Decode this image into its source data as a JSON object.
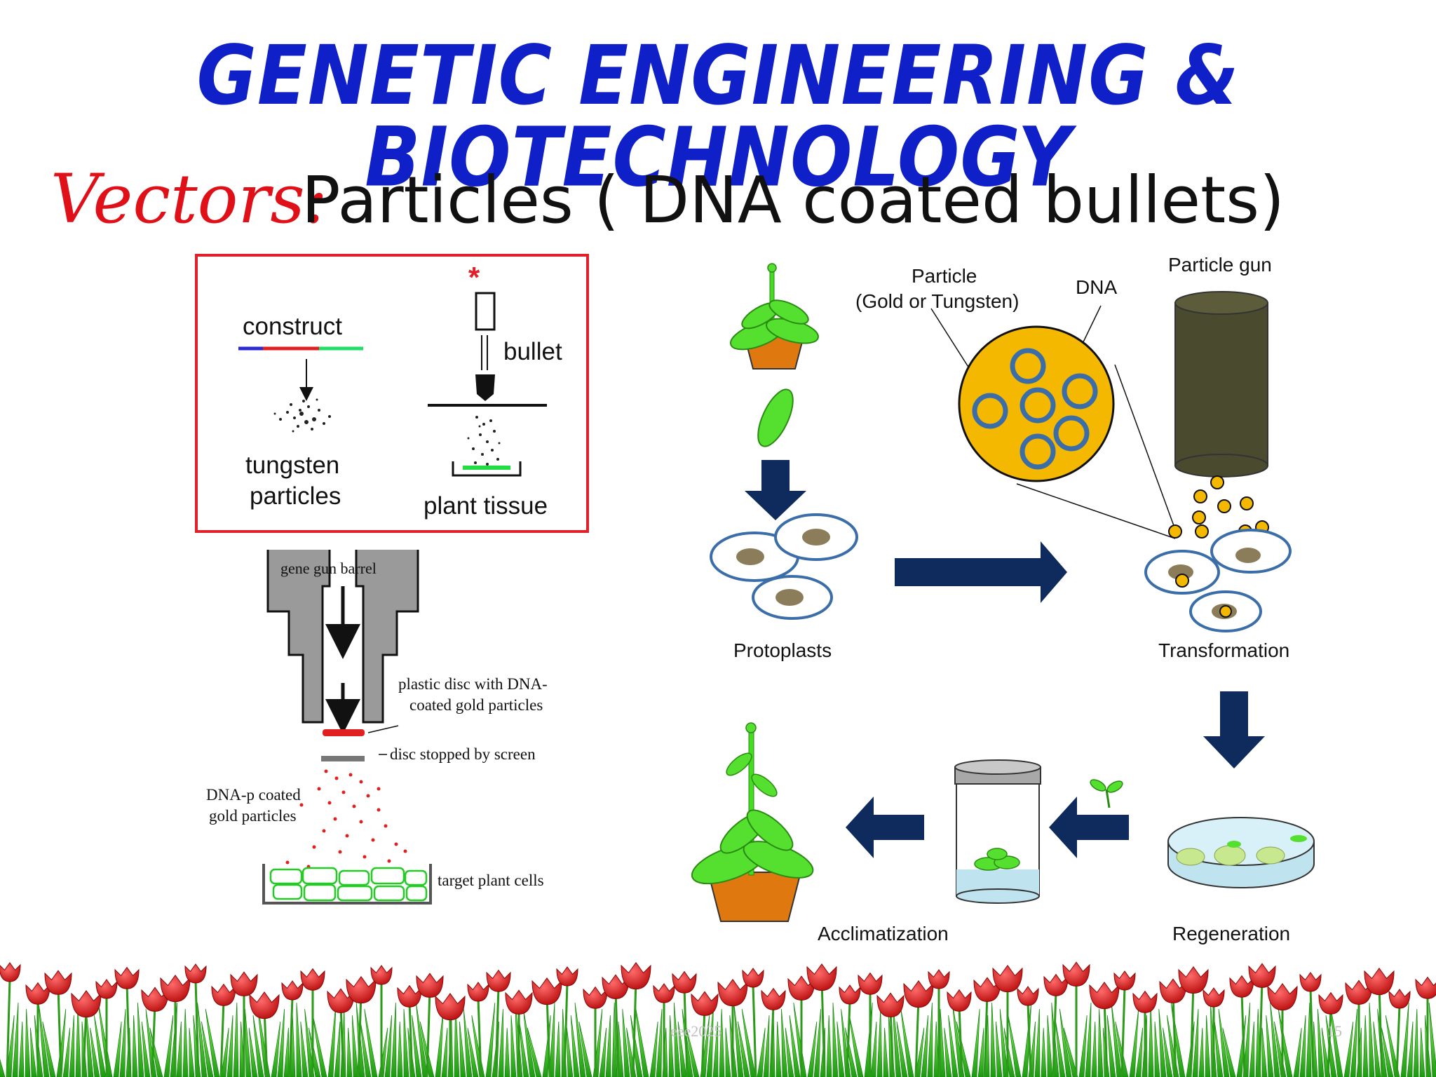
{
  "title": "GENETIC ENGINEERING & BIOTECHNOLOGY",
  "vectors_label": "Vectors:",
  "subtitle": "Particles ( DNA coated bullets)",
  "box_panel": {
    "construct": "construct",
    "tungsten_line1": "tungsten",
    "tungsten_line2": "particles",
    "bullet": "bullet",
    "plant_tissue": "plant tissue",
    "asterisk": "*"
  },
  "gene_gun_panel": {
    "barrel": "gene gun barrel",
    "disc_line1": "plastic disc with DNA-",
    "disc_line2": "coated gold particles",
    "stopped": "disc stopped by screen",
    "particles_line1": "DNA-p coated",
    "particles_line2": "gold particles",
    "target": "target plant cells"
  },
  "process_panel": {
    "particle_line1": "Particle",
    "particle_line2": "(Gold or Tungsten)",
    "dna": "DNA",
    "particle_gun": "Particle gun",
    "protoplasts": "Protoplasts",
    "transformation": "Transformation",
    "regeneration": "Regeneration",
    "acclimatization": "Acclimatization"
  },
  "footer": {
    "left": "eee2025",
    "right": "15"
  },
  "colors": {
    "title": "#1020c8",
    "vectors": "#e01018",
    "arrow": "#0f2a5c",
    "gold": "#f5b800",
    "ring": "#3b6ea8",
    "plant": "#44dd22",
    "pot": "#e07810",
    "tulip": "#d81a1a",
    "grass": "#33cc22"
  }
}
